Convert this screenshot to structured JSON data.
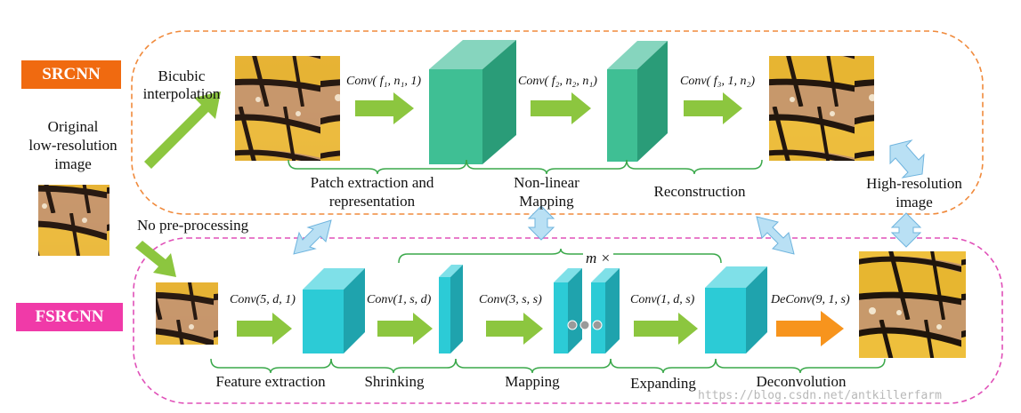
{
  "colors": {
    "srcnn_tag": "#f06a10",
    "fsrcnn_tag": "#f03aa8",
    "srcnn_border": "#f08a3c",
    "fsrcnn_border": "#e050b8",
    "arrow_green": "#8cc63f",
    "arrow_orange": "#f7941d",
    "srcnn_layer": "#3fbf94",
    "fsrcnn_layer": "#2ccbd6",
    "brace": "#3aa84a",
    "double_arrow": "#a8d8f0"
  },
  "tags": {
    "srcnn": "SRCNN",
    "fsrcnn": "FSRCNN"
  },
  "left": {
    "original_line1": "Original",
    "original_line2": "low-resolution",
    "original_line3": "image",
    "bicubic_line1": "Bicubic",
    "bicubic_line2": "interpolation",
    "no_pre": "No pre-processing"
  },
  "srcnn": {
    "conv1": "Conv( f₁, n₁, 1)",
    "conv2": "Conv( f₂, n₂, n₁)",
    "conv3": "Conv( f₃, 1, n₂)",
    "stage1_line1": "Patch extraction and",
    "stage1_line2": "representation",
    "stage2_line1": "Non-linear",
    "stage2_line2": "Mapping",
    "stage3": "Reconstruction"
  },
  "right": {
    "hr_line1": "High-resolution",
    "hr_line2": "image"
  },
  "fsrcnn": {
    "conv1": "Conv(5, d, 1)",
    "conv2": "Conv(1, s, d)",
    "conv3": "Conv(3, s, s)",
    "conv4": "Conv(1, d, s)",
    "deconv": "DeConv(9, 1, s)",
    "m_times": "m ×",
    "stage1": "Feature extraction",
    "stage2": "Shrinking",
    "stage3": "Mapping",
    "stage4": "Expanding",
    "stage5": "Deconvolution"
  },
  "watermark": "https://blog.csdn.net/antkillerfarm",
  "icons": {
    "image": "butterfly-wing-image-icon",
    "arrow": "arrow-right-icon",
    "swap": "double-arrow-icon"
  }
}
